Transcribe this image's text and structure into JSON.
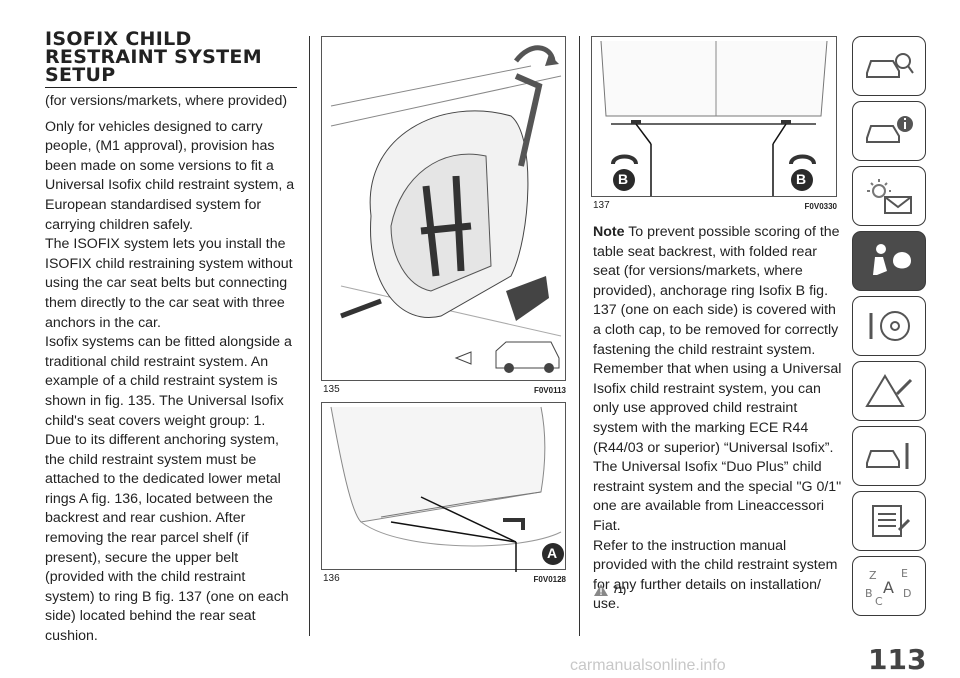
{
  "section": {
    "title_lines": [
      "ISOFIX CHILD",
      "RESTRAINT SYSTEM",
      "SETUP"
    ],
    "subtitle": "(for versions/markets, where provided)",
    "paragraph": "Only for vehicles designed to carry people, (M1 approval), provision has been made on some versions to fit a Universal Isofix child restraint system, a European standardised system for carrying children safely.",
    "paragraph2": "The ISOFIX system lets you install the ISOFIX child restraining system without using the car seat belts but connecting them directly to the car seat with three anchors in the car.",
    "paragraph3": "Isofix systems can be fitted alongside a traditional child restraint system. An example of a child restraint system is shown in fig. 135. The Universal Isofix child's seat covers weight group: 1.",
    "paragraph4": "Due to its different anchoring system, the child restraint system must be attached to the dedicated lower metal rings A fig. 136, located between the backrest and rear cushion. After removing the rear parcel shelf (if present), secure the upper belt (provided with the child restraint system) to ring B fig. 137 (one on each side) located behind the rear seat cushion."
  },
  "figures": {
    "fig135": {
      "number": "135",
      "code": "F0V0113"
    },
    "fig136": {
      "number": "136",
      "code": "F0V0128",
      "label": "A"
    },
    "fig137": {
      "number": "137",
      "code": "F0V0330",
      "label_left": "B",
      "label_right": "B"
    }
  },
  "note": {
    "label": "Note",
    "text": "To prevent possible scoring of the table seat backrest, with folded rear seat (for versions/markets, where provided), anchorage ring Isofix B fig. 137 (one on each side) is covered with a cloth cap, to be removed for correctly fastening the child restraint system.",
    "text2": "Remember that when using a Universal Isofix child restraint system, you can only use approved child restraint system with the marking ECE R44 (R44/03 or superior) “Universal Isofix”.",
    "text3": "The Universal Isofix “Duo Plus” child restraint system and the special \"G 0/1\" one are available from Lineaccessori Fiat.",
    "text4": "Refer to the instruction manual provided with the child restraint system for any further details on installation/ use.",
    "warning_ref": "71)"
  },
  "tabs": [
    {
      "icon": "car-search-icon"
    },
    {
      "icon": "car-info-icon"
    },
    {
      "icon": "warning-lights-icon"
    },
    {
      "icon": "seat-safety-icon",
      "active": true
    },
    {
      "icon": "steering-key-icon"
    },
    {
      "icon": "warning-triangle-icon"
    },
    {
      "icon": "car-service-icon"
    },
    {
      "icon": "technical-list-icon"
    },
    {
      "icon": "alphabet-index-icon"
    }
  ],
  "page_number": "113",
  "watermark": "carmanualsonline.info",
  "colors": {
    "accent": "#4b4b4b",
    "bullet_black": "#2a2a2a"
  }
}
